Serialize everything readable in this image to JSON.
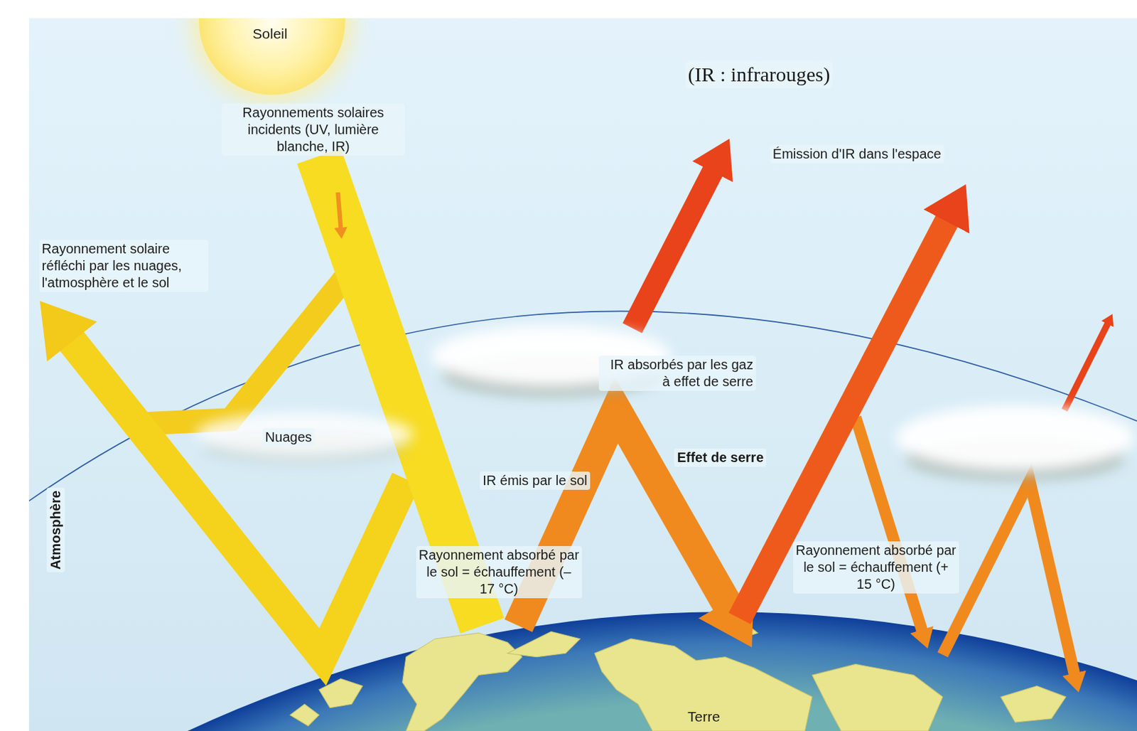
{
  "diagram": {
    "nodes": [
      {
        "text": [
          "Soleil"
        ]
      },
      {
        "text": [
          "Terre"
        ]
      }
    ],
    "labels": [
      "(IR : infrarouges)",
      "Rayonnements solaires incidents (UV, lumière blanche, IR)",
      "Rayonnement solaire réfléchi par les nuages, l'atmosphère et le sol",
      "Émission d'IR dans l'espace",
      "IR absorbés par les gaz à effet de serre",
      "Nuages",
      "Effet de serre",
      "IR émis par le sol",
      "Rayonnement absorbé par le sol = échauffement (– 17 °C)",
      "Rayonnement absorbé par le sol = échauffement (+ 15 °C)",
      "Atmosphère"
    ]
  }
}
